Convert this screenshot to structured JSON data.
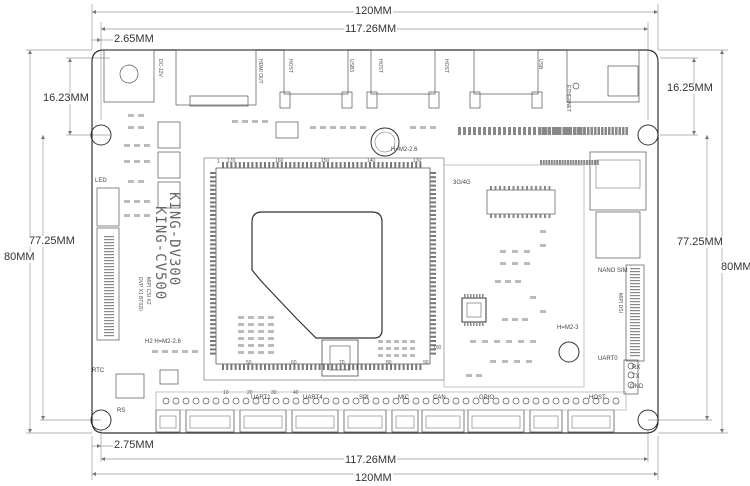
{
  "dimensions": {
    "width_top": "120MM",
    "width_inner_top": "117.26MM",
    "width_inner_bottom": "117.26MM",
    "width_bottom": "120MM",
    "hole_offset_top": "2.65MM",
    "hole_offset_bottom": "2.75MM",
    "height_left_top": "16.23MM",
    "height_right_top": "16.25MM",
    "height_left_inner": "77.25MM",
    "height_left_outer": "80MM",
    "height_right_inner": "77.25MM",
    "height_right_outer": "80MM"
  },
  "silkscreen": {
    "board_name_1": "KING-DV300",
    "board_name_2": "KING-CV500",
    "connectors": {
      "dc": "DC-12V",
      "hdmi": "HDMI OUT",
      "usb_host_1": "HOST",
      "usb_otg": "USB3",
      "usb_host_2": "HOST",
      "usb_host_3": "HOST",
      "usb_right": "USB",
      "ethernet": "ETHERNET",
      "mipi_csi": "MIPI CSI X2",
      "mipi_dsi": "MIPI DSI",
      "cam_note": "DVP X1 BT020",
      "led": "LED",
      "rtc": "RTC",
      "rs": "RS",
      "h_m2_top": "H=M2-2.6",
      "h_m2_left": "H2 H=M2-2.6",
      "h_m2_right": "H=M2-3",
      "g34": "3G/4G",
      "nano_sim": "NANO SIM",
      "uart0": "UART0",
      "uart1": "UART1",
      "uart4": "UART4",
      "spi": "SPI",
      "mic": "MIC",
      "can": "CAN",
      "gpio": "GPIO",
      "host": "HOST",
      "rx": "RX",
      "tx": "TX",
      "gnd": "GND"
    },
    "pin_numbers": {
      "p1": "1",
      "p170": "170",
      "p160": "160",
      "p150": "150",
      "p140": "140",
      "p130": "130",
      "p10": "10",
      "p20": "20",
      "p30": "30",
      "p40": "40",
      "p50": "50",
      "p60": "60",
      "p70": "70",
      "p80": "80",
      "p90": "90",
      "p100": "100"
    }
  }
}
